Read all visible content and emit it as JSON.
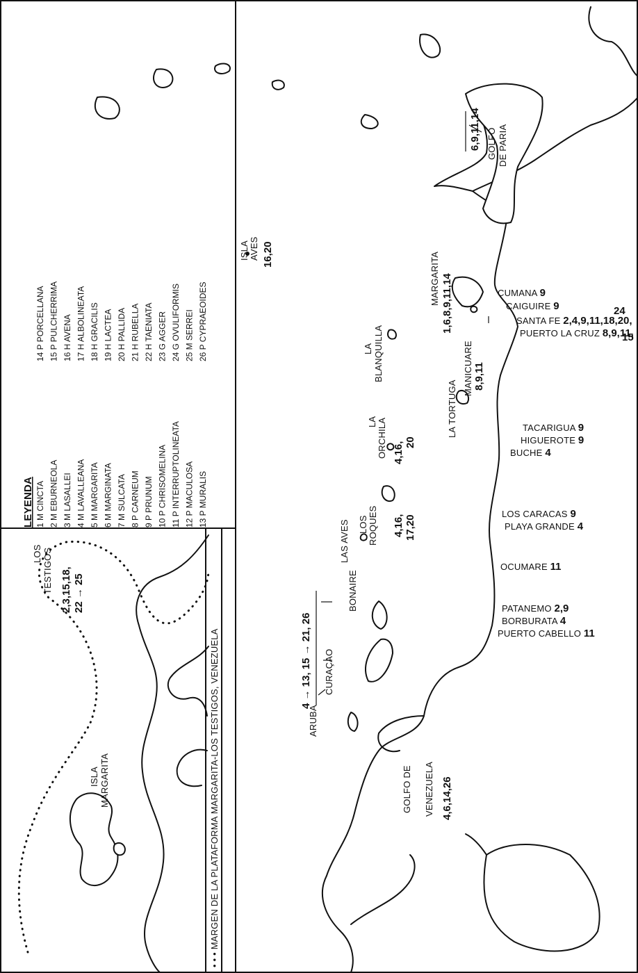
{
  "legend": {
    "title": "LEYENDA",
    "items": [
      "1 M CINCTA",
      "2 M EBURNEOLA",
      "3 M LASALLEI",
      "4 M LAVALLEANA",
      "5 M MARGARITA",
      "6 M MARGINATA",
      "7 M SULCATA",
      "8 P CARNEUM",
      "9 P PRUNUM",
      "10 P CHRISOMELINA",
      "11 P INTERRUPTOLINEATA",
      "12 P MACULOSA",
      "13 P MURALIS",
      "14 P PORCELLANA",
      "15 P PULCHERRIMA",
      "16 H AVENA",
      "17 H ALBOLINEATA",
      "18 H GRACILIS",
      "19 H LACTEA",
      "20 H PALLIDA",
      "21 H RUBELLA",
      "22 H TAENIATA",
      "23 G AGGER",
      "24 G OVULIFORMIS",
      "25 M SERREI",
      "26 P CYPRAEOIDES"
    ]
  },
  "inset": {
    "margin_label": "• • • MARGEN DE LA PLATAFORMA MARGARITA-LOS TESTIGOS, VENEZUELA",
    "isla_line1": "ISLA",
    "isla_line2": "MARGARITA",
    "testigos_line1": "LOS",
    "testigos_line2": "TESTIGOS",
    "testigos_nums_line1": "2,3,15,18,",
    "testigos_nums_line2": "22 → 25"
  },
  "islands": {
    "aruba": "ARUBA",
    "curacao": "CURAÇAO",
    "bonaire": "BONAIRE",
    "abc_nums": "4 → 13, 15 → 21, 26",
    "las_aves": "LAS AVES",
    "los_roques_line1": "LOS",
    "los_roques_line2": "ROQUES",
    "los_roques_nums1": "4,16,",
    "los_roques_nums2": "17,20",
    "la_orchila_line1": "LA",
    "la_orchila_line2": "ORCHILA",
    "la_orchila_nums1": "4,16,",
    "la_orchila_nums2": "20",
    "la_blanquilla_line1": "LA",
    "la_blanquilla_line2": "BLANQUILLA",
    "la_tortuga": "LA TORTUGA",
    "isla_aves_line1": "ISLA",
    "isla_aves_line2": "AVES",
    "isla_aves_nums": "16,20",
    "margarita": "MARGARITA",
    "margarita_nums": "1,6,8,9,11,14",
    "manicuare": "MANICUARE",
    "manicuare_nums": "8,9,11"
  },
  "gulfs": {
    "paria_line1": "GOLFO",
    "paria_line2": "DE PARIA",
    "paria_nums": "6,9,11,14",
    "venezuela_line1": "GOLFO   DE",
    "venezuela_line2": "VENEZUELA",
    "venezuela_nums": "4,6,14,26"
  },
  "coast": [
    {
      "name": "CUMANA",
      "nums": "9"
    },
    {
      "name": "CAIGUIRE",
      "nums": "9"
    },
    {
      "name": "SANTA FE",
      "nums": "2,4,9,11,18,20,"
    },
    {
      "name": "PUERTO LA CRUZ",
      "nums": "8,9,11,"
    },
    {
      "name": "TACARIGUA",
      "nums": "9"
    },
    {
      "name": "HIGUEROTE",
      "nums": "9"
    },
    {
      "name": "BUCHE",
      "nums": "4"
    },
    {
      "name": "LOS CARACAS",
      "nums": "9"
    },
    {
      "name": "PLAYA GRANDE",
      "nums": "4"
    },
    {
      "name": "OCUMARE",
      "nums": "11"
    },
    {
      "name": "PATANEMO",
      "nums": "2,9"
    },
    {
      "name": "BORBURATA",
      "nums": "4"
    },
    {
      "name": "PUERTO CABELLO",
      "nums": "11"
    }
  ],
  "extra_nums": {
    "santa_fe_cont": "24",
    "puerto_la_cruz_cont": "15"
  }
}
